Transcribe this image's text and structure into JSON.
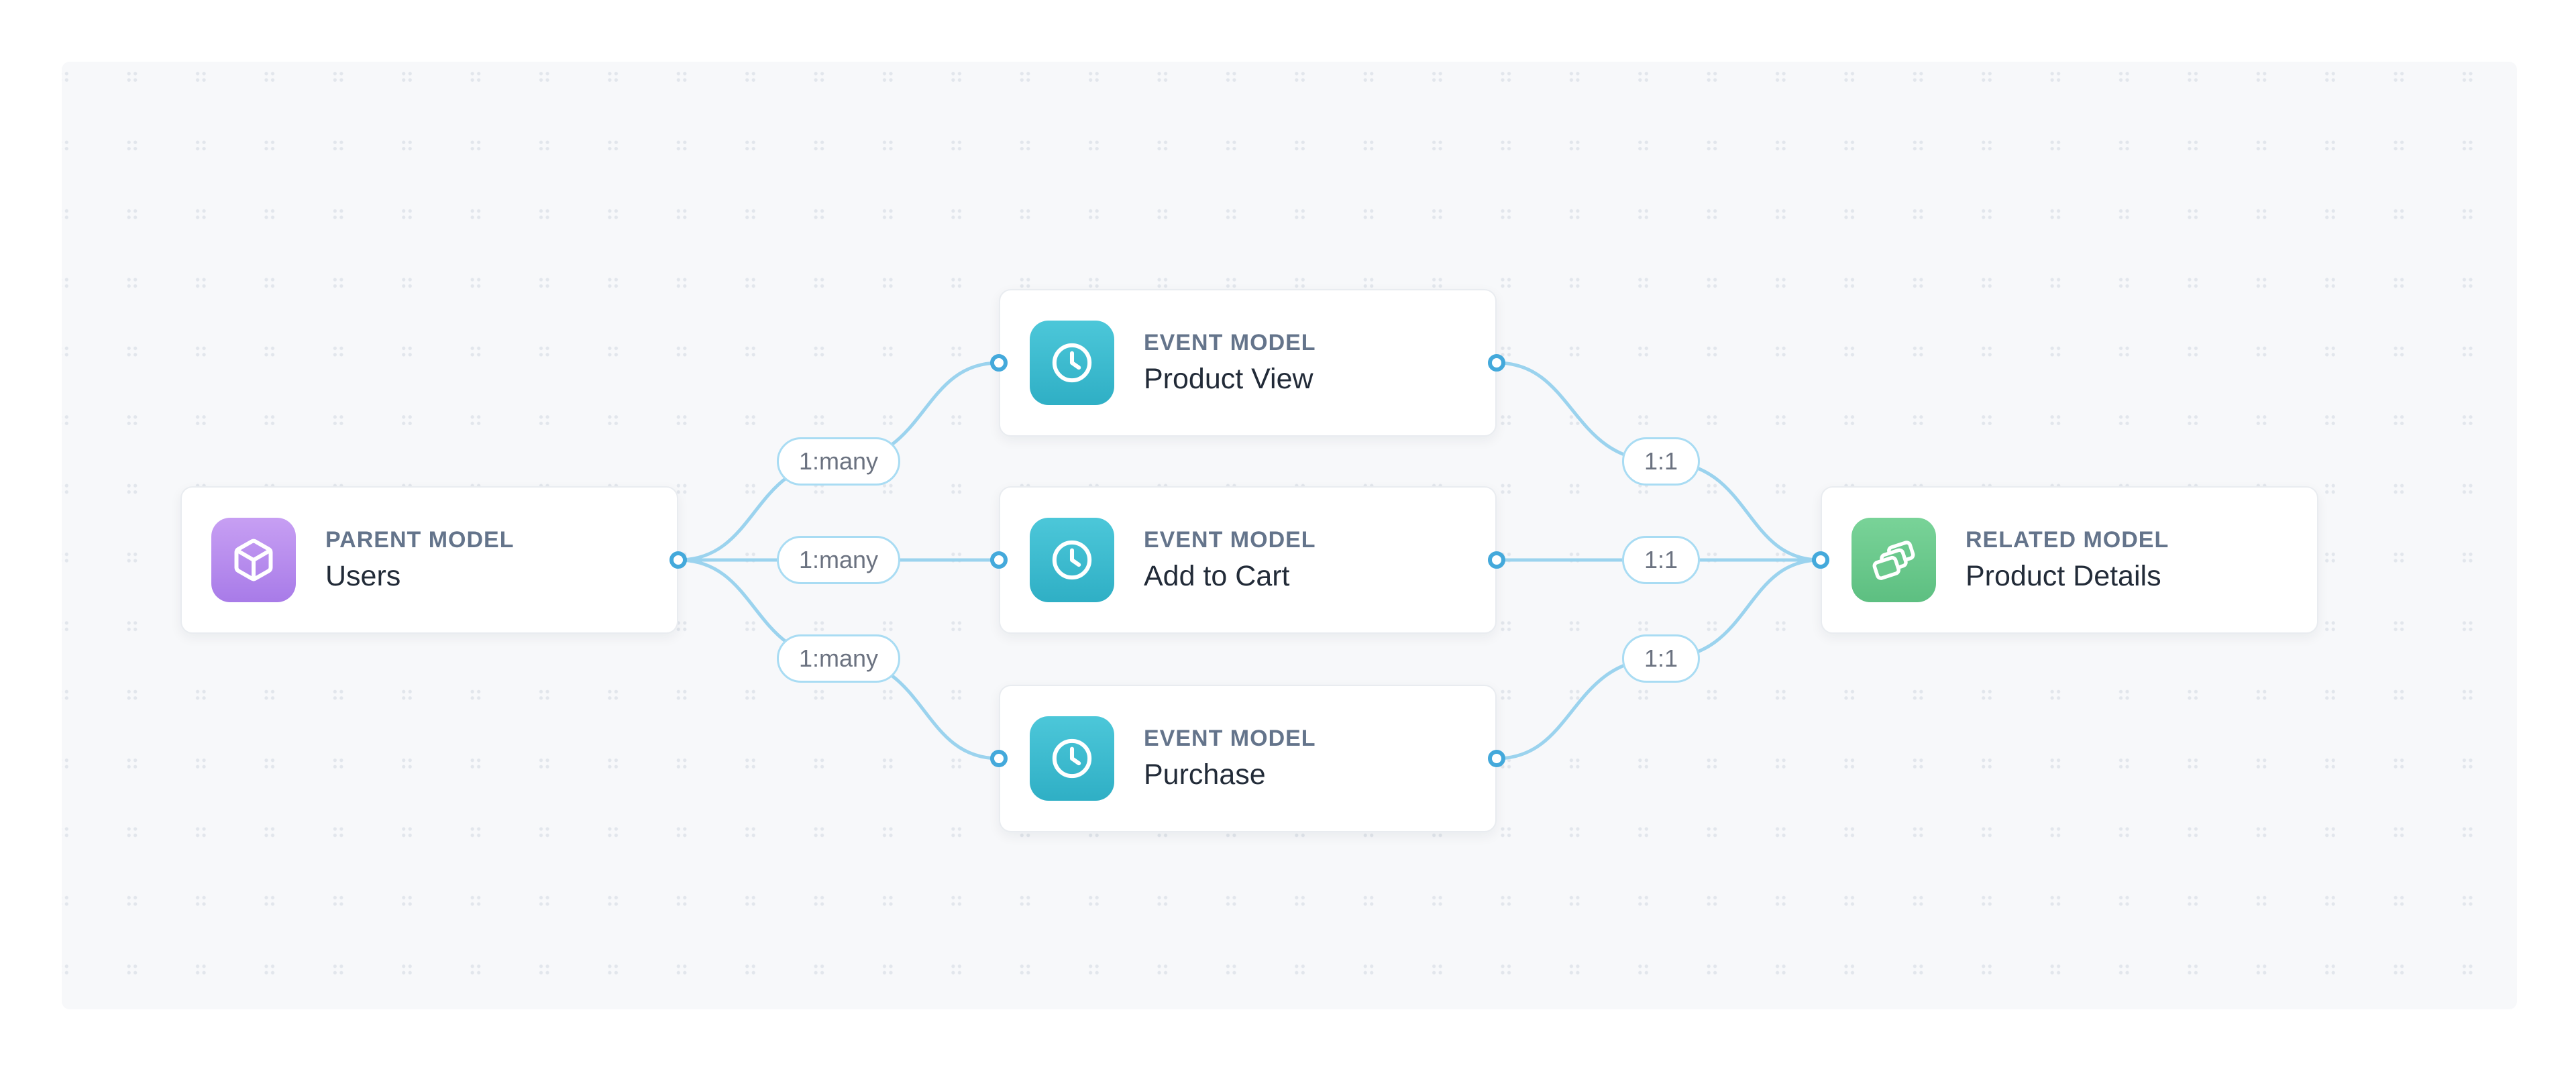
{
  "canvas": {
    "background": "#ffffff",
    "panel_background": "#f7f8fa",
    "dot_color": "#e2e6ec"
  },
  "colors": {
    "edge": "#9bd3ee",
    "handle_ring": "#44a9db",
    "pill_border": "#a9dcf3",
    "type_label_text": "#64748b",
    "name_text": "#222b38",
    "pill_text": "#6b7280",
    "parent_accent": "#a87be8",
    "event_accent": "#2fafc5",
    "related_accent": "#5dbf81"
  },
  "nodes": [
    {
      "id": "users",
      "type_label": "PARENT MODEL",
      "name": "Users",
      "icon": "cube-icon"
    },
    {
      "id": "product-view",
      "type_label": "EVENT MODEL",
      "name": "Product View",
      "icon": "clock-icon"
    },
    {
      "id": "add-to-cart",
      "type_label": "EVENT MODEL",
      "name": "Add to Cart",
      "icon": "clock-icon"
    },
    {
      "id": "purchase",
      "type_label": "EVENT MODEL",
      "name": "Purchase",
      "icon": "clock-icon"
    },
    {
      "id": "product-details",
      "type_label": "RELATED MODEL",
      "name": "Product Details",
      "icon": "stack-icon"
    }
  ],
  "edges": [
    {
      "from": "users",
      "to": "product-view",
      "label": "1:many"
    },
    {
      "from": "users",
      "to": "add-to-cart",
      "label": "1:many"
    },
    {
      "from": "users",
      "to": "purchase",
      "label": "1:many"
    },
    {
      "from": "product-view",
      "to": "product-details",
      "label": "1:1"
    },
    {
      "from": "add-to-cart",
      "to": "product-details",
      "label": "1:1"
    },
    {
      "from": "purchase",
      "to": "product-details",
      "label": "1:1"
    }
  ]
}
